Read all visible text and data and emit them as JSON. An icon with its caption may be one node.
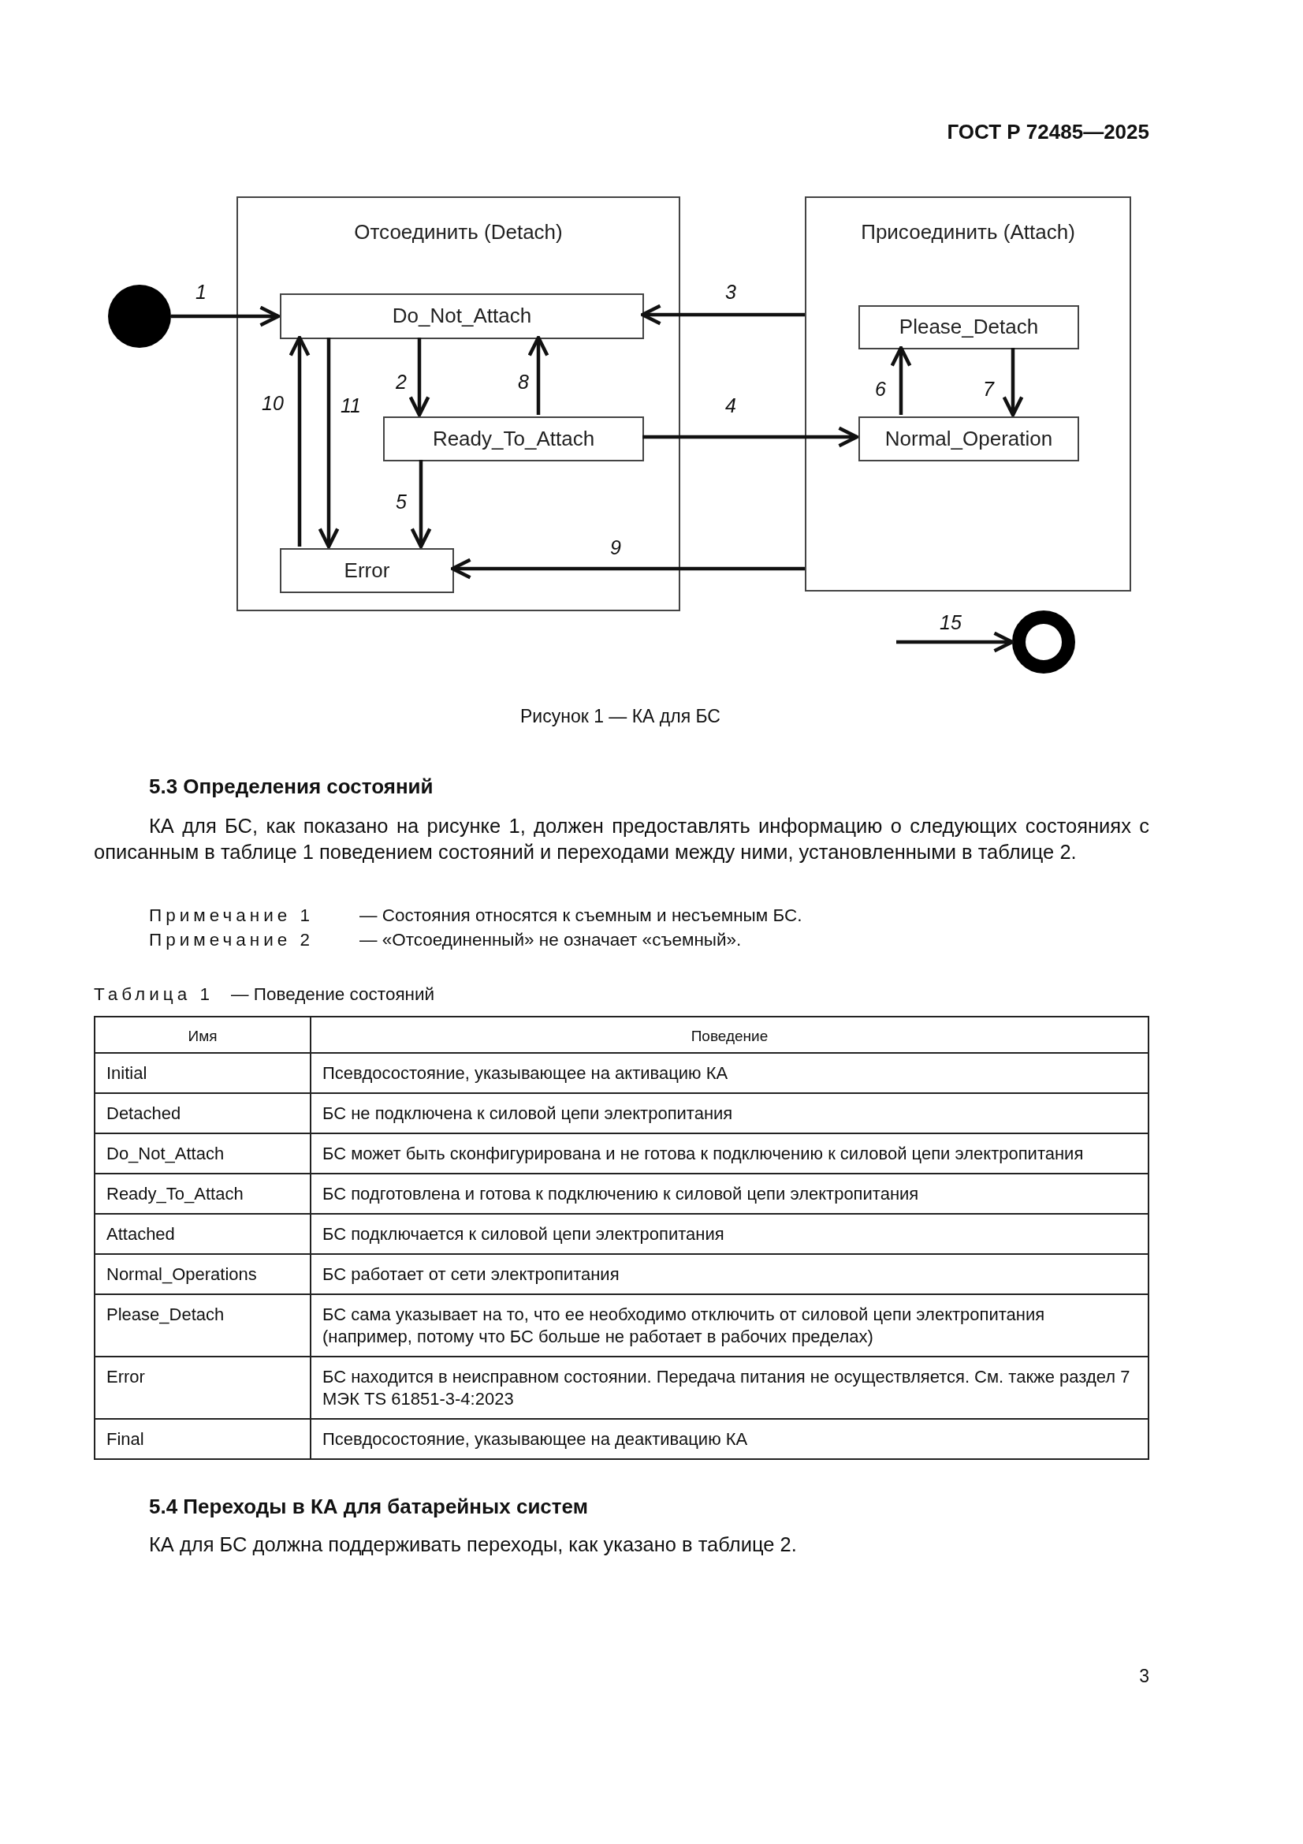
{
  "diagram": {
    "caption": "Рисунок 1 — КА для БС",
    "nodes": [
      {
        "text": [],
        "shape": "circle"
      },
      {
        "text": [
          "Отсоединить (Detach)"
        ]
      },
      {
        "text": [
          "Do_Not_Attach"
        ],
        "in": 1
      },
      {
        "text": [
          "Ready_To_Attach"
        ],
        "in": 1
      },
      {
        "text": [
          "Error"
        ],
        "in": 1
      },
      {
        "text": [
          "Присоединить (Attach)"
        ]
      },
      {
        "text": [
          "Please_Detach"
        ],
        "in": 5
      },
      {
        "text": [
          "Normal_Operation"
        ],
        "in": 5
      },
      {
        "text": [],
        "shape": "circle"
      }
    ],
    "edges": [
      {
        "from": 0,
        "to": 2,
        "arrow": "to",
        "label": "1"
      },
      {
        "from": 2,
        "to": 3,
        "arrow": "to",
        "label": "2"
      },
      {
        "from": 5,
        "to": 2,
        "arrow": "to",
        "label": "3"
      },
      {
        "from": 3,
        "to": 7,
        "arrow": "to",
        "label": "4"
      },
      {
        "from": 3,
        "to": 4,
        "arrow": "to",
        "label": "5"
      },
      {
        "from": 7,
        "to": 6,
        "arrow": "to",
        "label": "6"
      },
      {
        "from": 6,
        "to": 7,
        "arrow": "to",
        "label": "7"
      },
      {
        "from": 3,
        "to": 2,
        "arrow": "to",
        "label": "8"
      },
      {
        "from": 5,
        "to": 4,
        "arrow": "to",
        "label": "9"
      },
      {
        "from": 4,
        "to": 2,
        "arrow": "to",
        "label": "10"
      },
      {
        "from": 2,
        "to": 4,
        "arrow": "to",
        "label": "11"
      },
      {
        "from": null,
        "to": 8,
        "arrow": "to",
        "label": "15"
      }
    ],
    "labels": [
      "ГОСТ Р 72485—2025",
      "5.3 Определения состояний",
      "КА для БС, как показано на рисунке 1, должен предоставлять информацию о следующих состояниях с описанным в таблице 1 поведением состояний и переходами между ними, установленными в таблице 2.",
      "Примечание 1",
      "— Состояния относятся к съемным и несъемным БС.",
      "Примечание 2",
      "— «Отсоединенный» не означает «съемный».",
      "Таблица 1",
      "— Поведение состояний",
      "Имя",
      "Поведение",
      "Initial",
      "Псевдосостояние, указывающее на активацию КА",
      "Detached",
      "БС не подключена к силовой цепи электропитания",
      "Do_Not_Attach",
      "БС может быть сконфигурирована и не готова к подключению к силовой цепи электропитания",
      "Ready_To_Attach",
      "БС подготовлена и готова к подключению к силовой цепи электропитания",
      "Attached",
      "БС подключается к силовой цепи электропитания",
      "Normal_Operations",
      "БС работает от сети электропитания",
      "Please_Detach",
      "БС сама указывает на то, что ее необходимо отключить от силовой цепи электропитания (например, потому что БС больше не работает в рабочих пределах)",
      "Error",
      "БС находится в неисправном состоянии. Передача питания не осуществляется. См. также раздел 7 МЭК TS 61851-3-4:2023",
      "Final",
      "Псевдосостояние, указывающее на деактивацию КА",
      "5.4 Переходы в КА для батарейных систем",
      "КА для БС должна поддерживать переходы, как указано в таблице 2.",
      "3"
    ]
  }
}
